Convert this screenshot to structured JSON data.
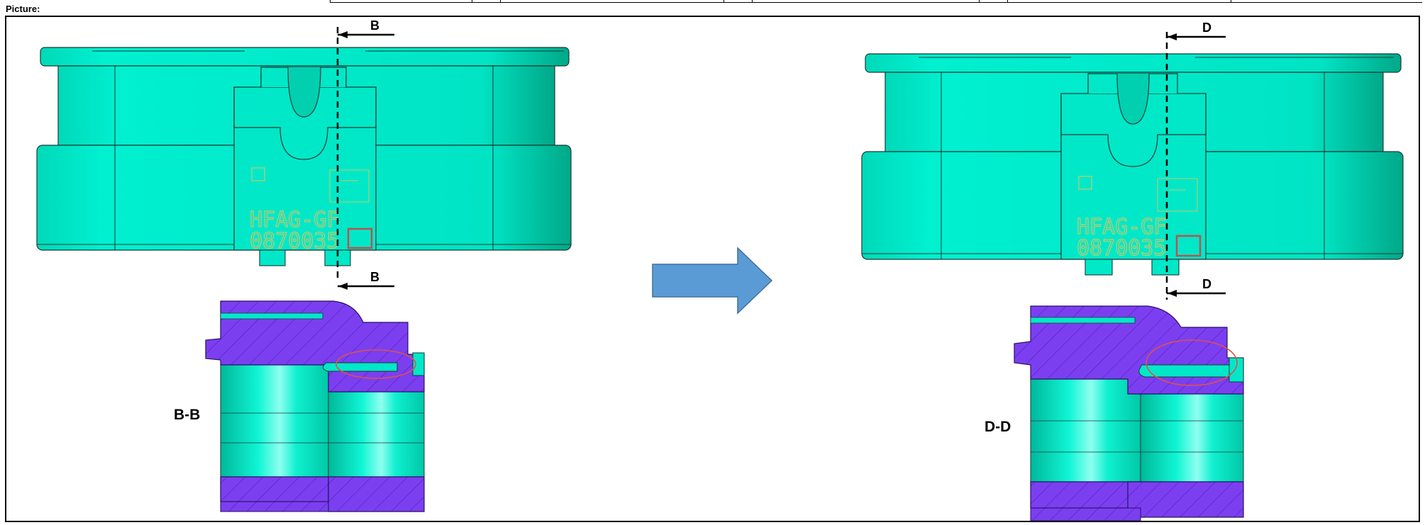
{
  "document": {
    "field_label": "Picture:"
  },
  "views": {
    "before": {
      "cut_marker": "B",
      "section_label": "B-B",
      "engraving_line1": "HFAG-GF",
      "engraving_line2": "0870035"
    },
    "after": {
      "cut_marker": "D",
      "section_label": "D-D",
      "engraving_line1": "HFAG-GF",
      "engraving_line2": "0870035"
    }
  },
  "colors": {
    "part_cyan": "#00e8c8",
    "part_dark": "#00b89a",
    "section_purple": "#7b3ff0",
    "arrow_blue": "#5b9bd5",
    "highlight_red": "#d9534f"
  },
  "icons": {
    "transition": "right-arrow-icon"
  }
}
